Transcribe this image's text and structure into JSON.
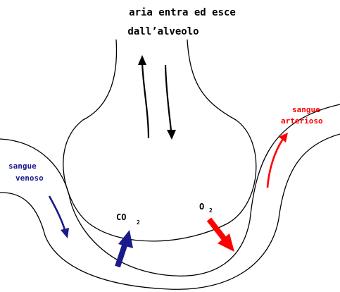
{
  "title": {
    "line1": "aria entra ed esce",
    "line2": "dall’alveolo"
  },
  "labels": {
    "venous_line1": "sangue",
    "venous_line2": "venoso",
    "arterial_line1": "sangue",
    "arterial_line2": "arterioso",
    "co2_main": "CO",
    "co2_sub": "2",
    "o2_main": "O",
    "o2_sub": "2"
  },
  "colors": {
    "venous": "#1a1a8c",
    "arterial": "#ff0000",
    "outline": "#000000",
    "background": "#ffffff"
  },
  "icons": {
    "air_in": "arrow-down-icon",
    "air_out": "arrow-up-icon",
    "co2_flow": "arrow-up-icon",
    "o2_flow": "arrow-down-right-icon",
    "venous_flow": "arrow-down-icon",
    "arterial_flow": "arrow-up-icon"
  }
}
